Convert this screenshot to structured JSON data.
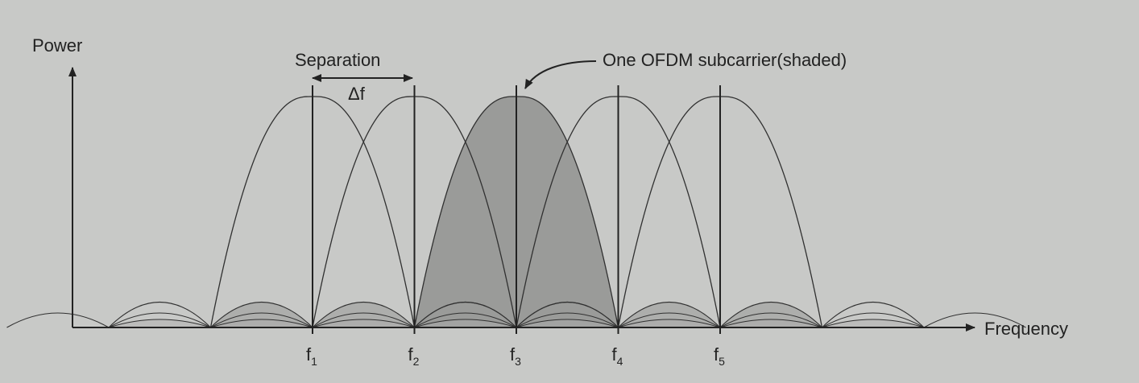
{
  "axes": {
    "y_label": "Power",
    "x_label": "Frequency"
  },
  "separation": {
    "label": "Separation",
    "delta_label": "Δf"
  },
  "callout": {
    "label": "One OFDM subcarrier(shaded)"
  },
  "subcarriers": [
    {
      "name": "f",
      "sub": "1"
    },
    {
      "name": "f",
      "sub": "2"
    },
    {
      "name": "f",
      "sub": "3"
    },
    {
      "name": "f",
      "sub": "4"
    },
    {
      "name": "f",
      "sub": "5"
    }
  ],
  "shaded_subcarrier_index": 2,
  "colors": {
    "background": "#c8c9c7",
    "shade_dark": "#9a9b99",
    "shade_light": "#adaeac",
    "line": "#303030"
  }
}
